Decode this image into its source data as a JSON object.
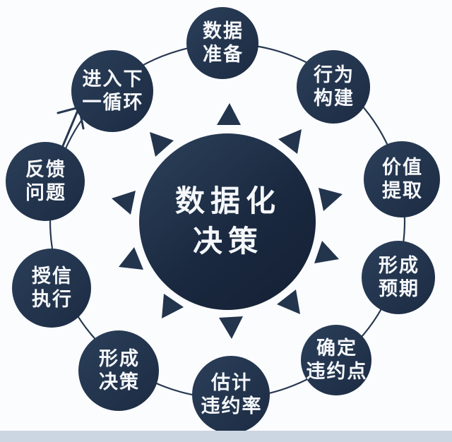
{
  "center": {
    "label": "数据化\n决策"
  },
  "nodes": [
    {
      "id": "data-preparation",
      "label": "数据\n准备"
    },
    {
      "id": "behavior-construction",
      "label": "行为\n构建"
    },
    {
      "id": "value-extraction",
      "label": "价值\n提取"
    },
    {
      "id": "form-expectation",
      "label": "形成\n预期"
    },
    {
      "id": "determine-default-point",
      "label": "确定\n违约点"
    },
    {
      "id": "estimate-default-rate",
      "label": "估计\n违约率"
    },
    {
      "id": "form-decision",
      "label": "形成\n决策"
    },
    {
      "id": "credit-execution",
      "label": "授信\n执行"
    },
    {
      "id": "feedback-issues",
      "label": "反馈\n问题"
    },
    {
      "id": "enter-next-cycle",
      "label": "进入下\n一循环"
    }
  ],
  "colors": {
    "background": "#fbfcfe",
    "bottom_bar": "#ccd6e2",
    "node_light": "#2b3f59",
    "node_dark": "#1c2b43",
    "center_light": "#2d425b",
    "center_dark": "#141f33",
    "line": "#273850",
    "triangle": "#23344d",
    "text": "#f5f7fa"
  }
}
